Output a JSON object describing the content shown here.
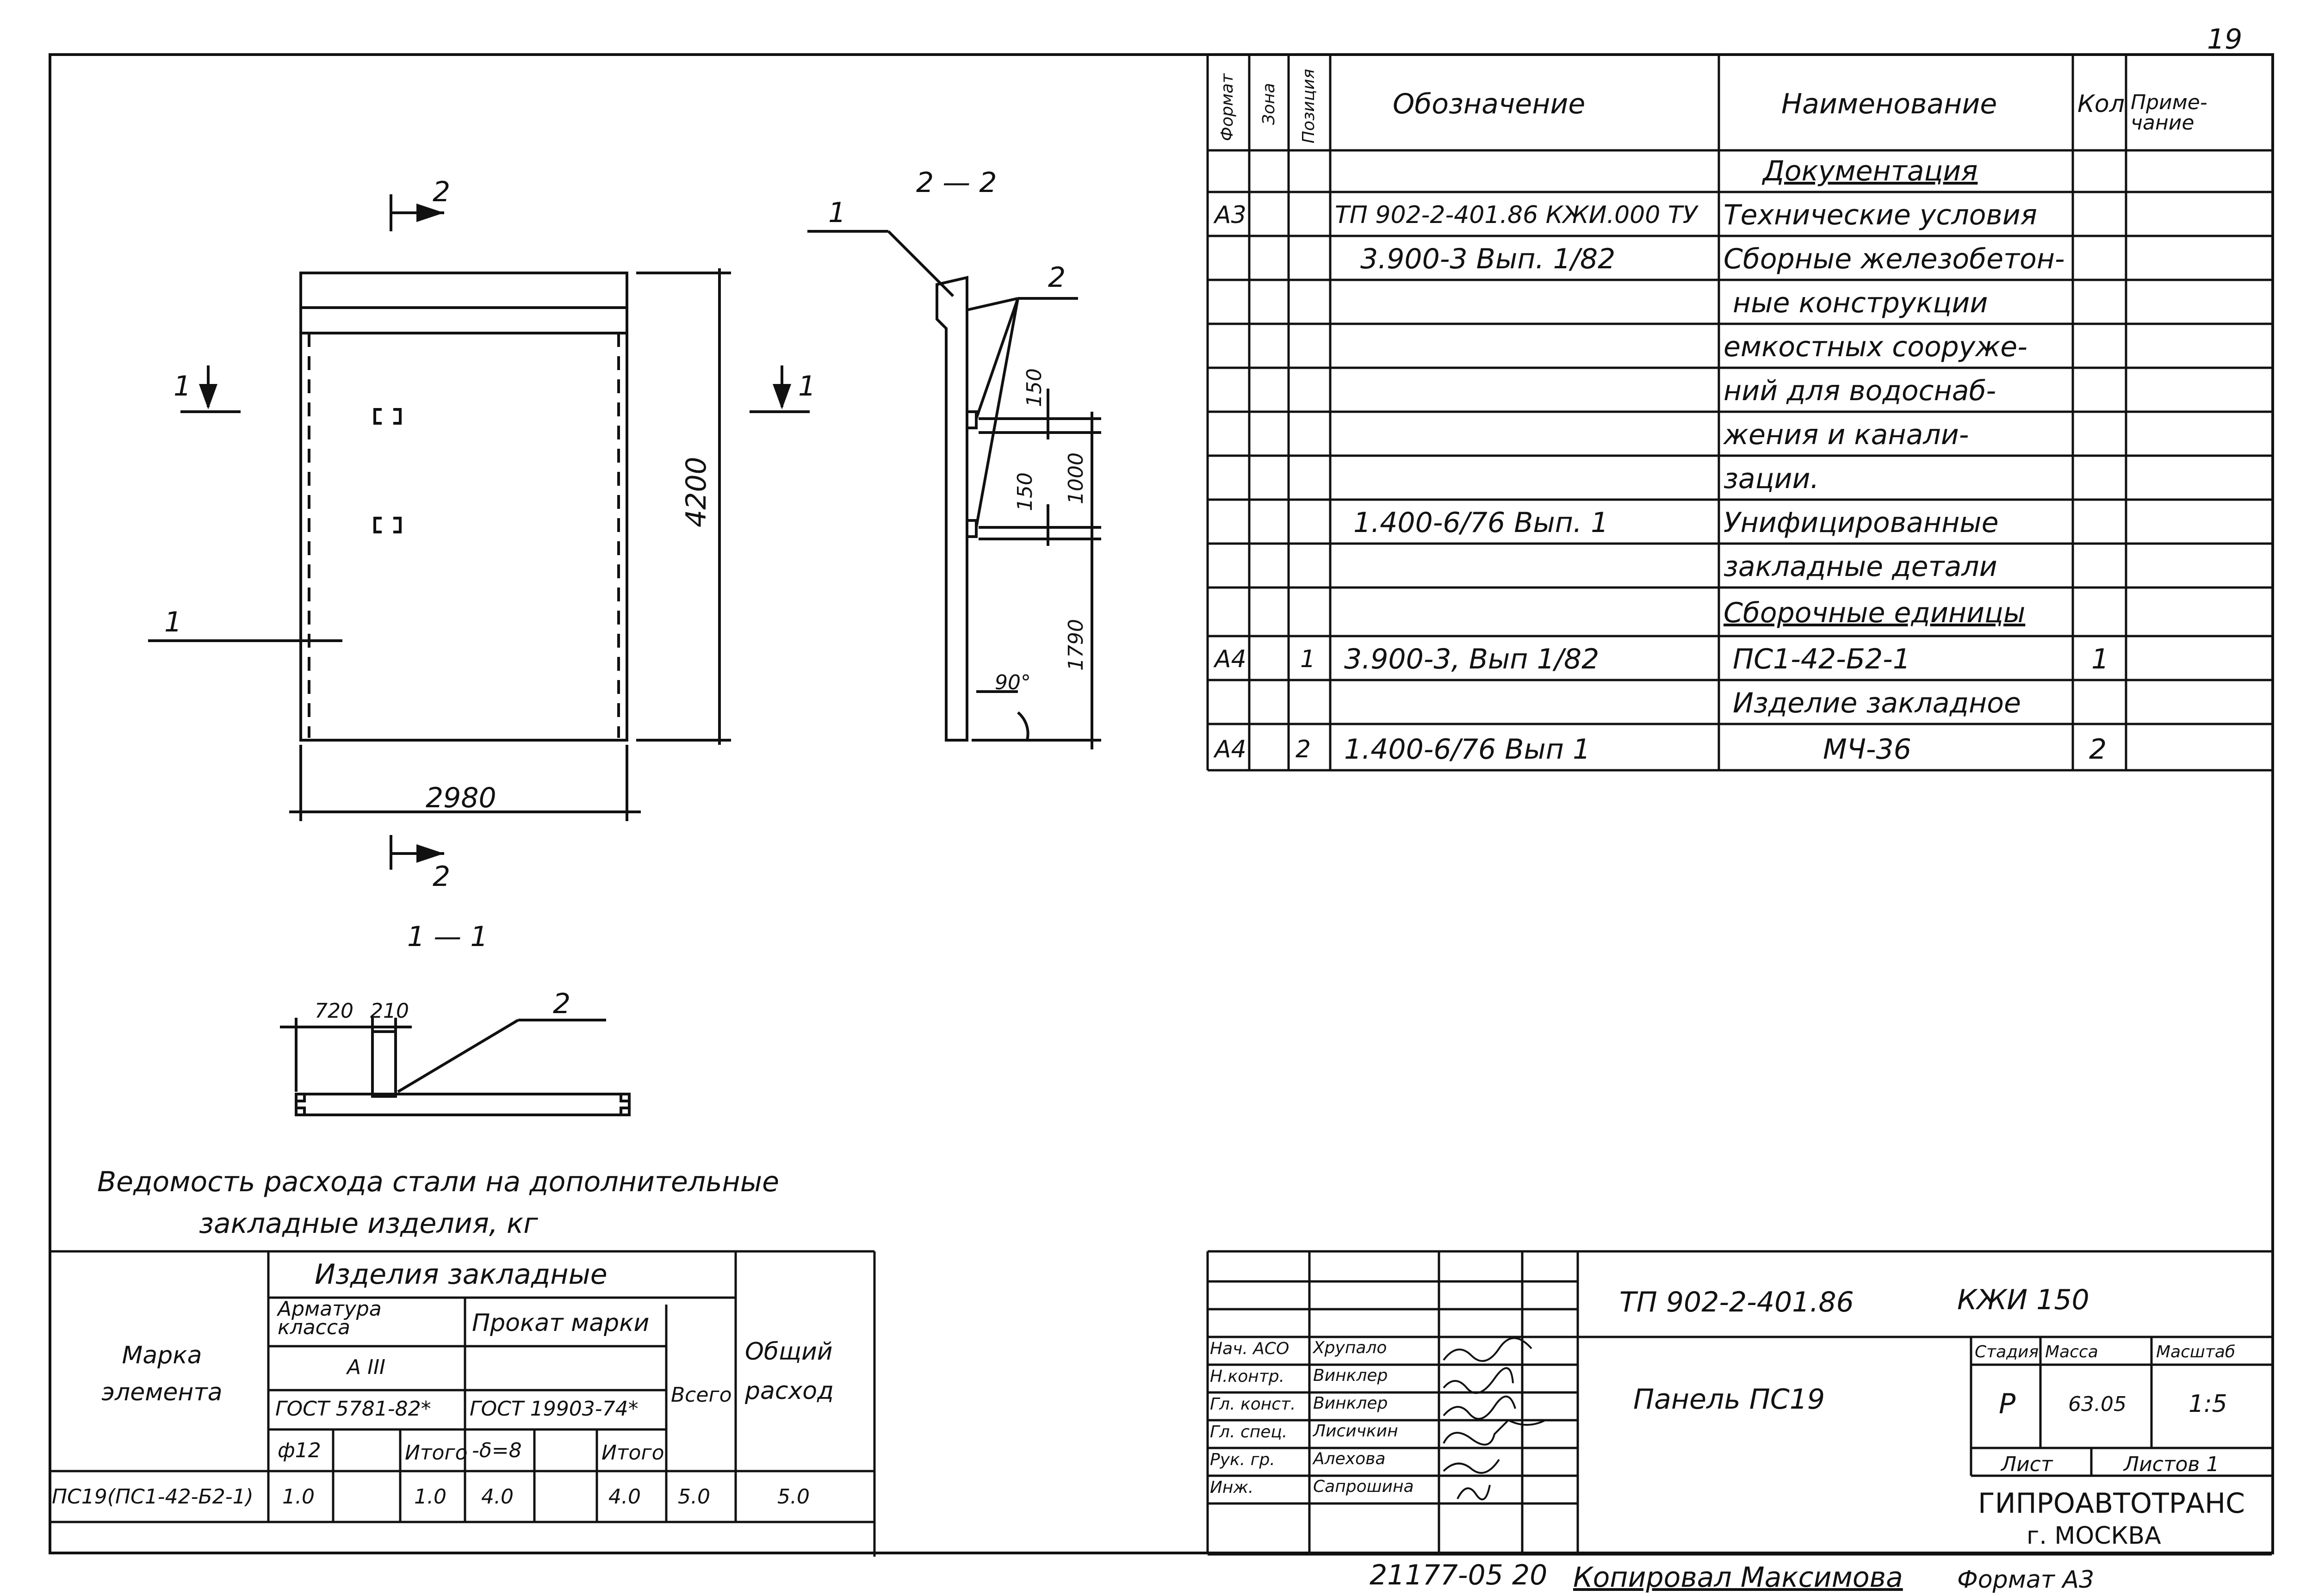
{
  "sheet_no": "19",
  "drawing": {
    "section_marks": {
      "s2": "2",
      "s1": "1",
      "sec22": "2 — 2",
      "sec11": "1 — 1"
    },
    "leaders": {
      "l1": "1",
      "l2": "2"
    },
    "dims": {
      "height": "4200",
      "width": "2980",
      "d150a": "150",
      "d150b": "150",
      "d1000": "1000",
      "d1790": "1790",
      "angle": "90°",
      "d720": "720",
      "d210": "210"
    }
  },
  "spec": {
    "headers": {
      "format": "Формат",
      "zone": "Зона",
      "pos": "Позиция",
      "designation": "Обозначение",
      "name": "Наименование",
      "qty": "Кол",
      "note": "Приме-чание"
    },
    "rows": [
      {
        "format": "",
        "pos": "",
        "designation": "",
        "name": "Документация",
        "qty": ""
      },
      {
        "format": "А3",
        "pos": "",
        "designation": "ТП 902-2-401.86 КЖИ.000 ТУ",
        "name": "Технические условия",
        "qty": ""
      },
      {
        "format": "",
        "pos": "",
        "designation": "3.900-3 Вып. 1/82",
        "name": "Сборные железобетон-",
        "qty": ""
      },
      {
        "format": "",
        "pos": "",
        "designation": "",
        "name": "ные конструкции",
        "qty": ""
      },
      {
        "format": "",
        "pos": "",
        "designation": "",
        "name": "емкостных сооруже-",
        "qty": ""
      },
      {
        "format": "",
        "pos": "",
        "designation": "",
        "name": "ний для водоснаб-",
        "qty": ""
      },
      {
        "format": "",
        "pos": "",
        "designation": "",
        "name": "жения и канали-",
        "qty": ""
      },
      {
        "format": "",
        "pos": "",
        "designation": "",
        "name": "зации.",
        "qty": ""
      },
      {
        "format": "",
        "pos": "",
        "designation": "1.400-6/76 Вып. 1",
        "name": "Унифицированные",
        "qty": ""
      },
      {
        "format": "",
        "pos": "",
        "designation": "",
        "name": "закладные детали",
        "qty": ""
      },
      {
        "format": "",
        "pos": "",
        "designation": "",
        "name": "Сборочные единицы",
        "qty": ""
      },
      {
        "format": "А4",
        "pos": "1",
        "designation": "3.900-3, Вып 1/82",
        "name": "ПС1-42-Б2-1",
        "qty": "1"
      },
      {
        "format": "",
        "pos": "",
        "designation": "",
        "name": "Изделие закладное",
        "qty": ""
      },
      {
        "format": "А4",
        "pos": "2",
        "designation": "1.400-6/76 Вып 1",
        "name": "МЧ-36",
        "qty": "2"
      }
    ]
  },
  "steel_table": {
    "title_line1": "Ведомость расхода стали на дополнительные",
    "title_line2": "закладные изделия, кг",
    "mark_label": "Марка элемента",
    "items_label": "Изделия закладные",
    "rebar_label": "Арматура класса",
    "rebar_class": "А III",
    "rolled_label": "Прокат марки",
    "gost1": "ГОСТ 5781-82*",
    "gost2": "ГОСТ 19903-74*",
    "total_label": "Всего",
    "overall_label": "Общий расход",
    "sub_d12": "ф12",
    "sub_itogo1": "Итого",
    "sub_t8": "-δ=8",
    "sub_itogo2": "Итого",
    "row": {
      "mark": "ПС19(ПС1-42-Б2-1)",
      "d12": "1.0",
      "itogo1": "1.0",
      "t8": "4.0",
      "itogo2": "4.0",
      "total": "5.0",
      "overall": "5.0"
    }
  },
  "title_block": {
    "code": "ТП 902-2-401.86",
    "sheet_code": "КЖИ 150",
    "item_name": "Панель ПС19",
    "stage_label": "Стадия",
    "mass_label": "Масса",
    "scale_label": "Масштаб",
    "stage": "Р",
    "mass": "63.05",
    "scale": "1:5",
    "sheet_label": "Лист",
    "sheets_label": "Листов 1",
    "org": "ГИПРОАВТОТРАНС",
    "city": "г. МОСКВА",
    "people": [
      {
        "role": "Нач. АСО",
        "name": "Хрупало"
      },
      {
        "role": "Н.контр.",
        "name": "Винклер"
      },
      {
        "role": "Гл. конст.",
        "name": "Винклер"
      },
      {
        "role": "Гл. спец.",
        "name": "Лисичкин"
      },
      {
        "role": "Рук. гр.",
        "name": "Алехова"
      },
      {
        "role": "Инж.",
        "name": "Сапрошина"
      }
    ]
  },
  "footer": {
    "inv": "21177-05 20",
    "copied": "Копировал Максимова",
    "format": "Формат А3"
  }
}
